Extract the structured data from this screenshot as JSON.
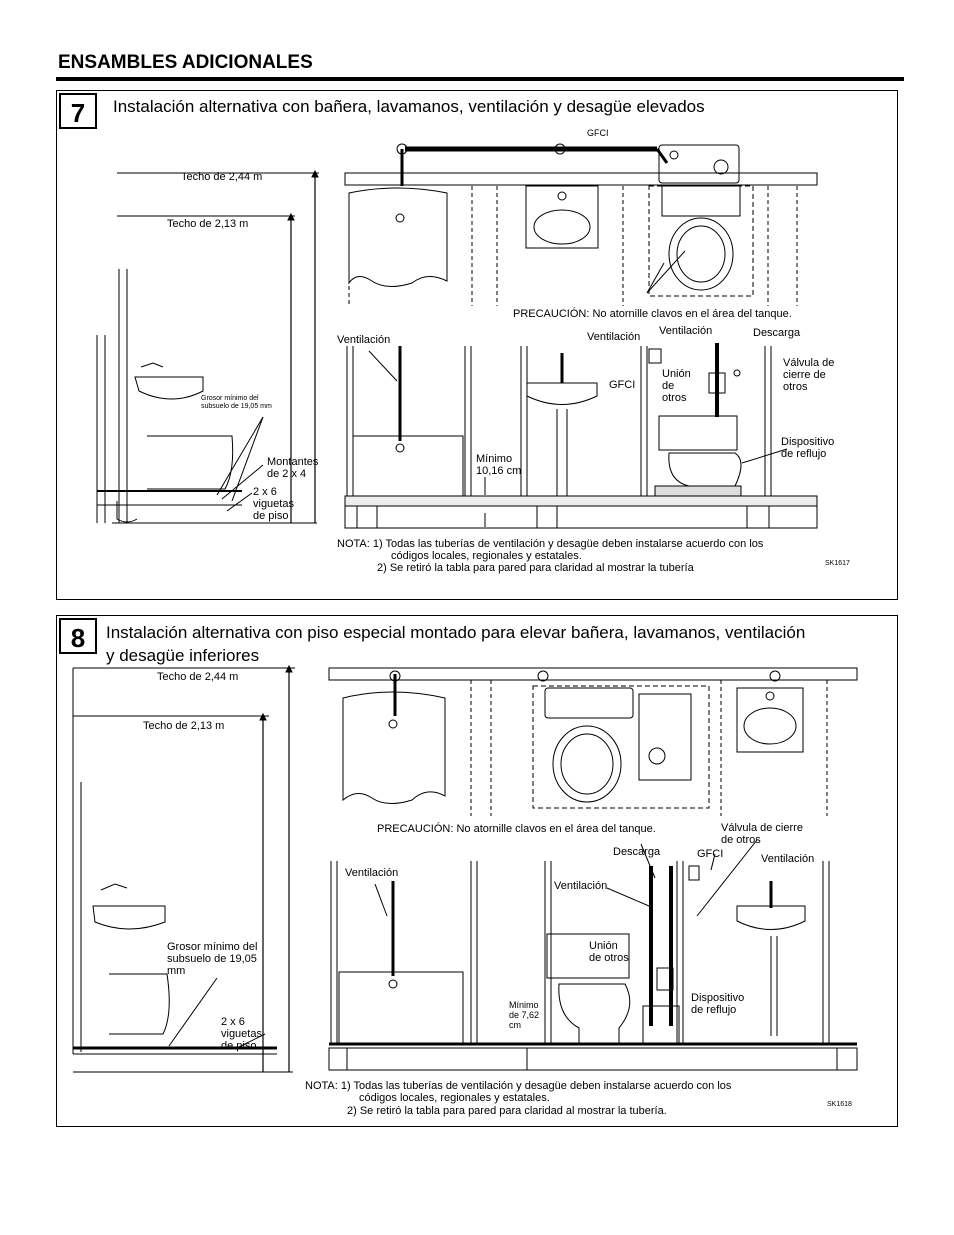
{
  "section_title": "ENSAMBLES ADICIONALES",
  "panel7": {
    "number": "7",
    "heading": "Instalación alternativa con bañera, lavamanos, ventilación y desagüe elevados",
    "labels": {
      "gfci_top": "GFCI",
      "ceiling_244": "Techo de 2,44 m",
      "ceiling_213": "Techo de 2,13 m",
      "caution": "PRECAUCIÓN: No atornille clavos en el área del tanque.",
      "vent_left": "Ventilación",
      "vent_mid": "Ventilación",
      "vent_right": "Ventilación",
      "discharge": "Descarga",
      "gfci_mid": "GFCI",
      "union": "Unión de otros",
      "shutoff": "Válvula de cierre de otros",
      "backflow": "Dispositivo de reflujo",
      "subfloor": "Grosor mínimo del subsuelo de 19,05 mm",
      "studs": "Montantes de 2 x 4",
      "joists": "2 x 6 viguetas de piso",
      "minimum": "Mínimo 10,16 cm",
      "note1": "NOTA: 1) Todas las tuberías de ventilación y desagüe deben instalarse acuerdo con los",
      "note1b": "códigos locales, regionales y estatales.",
      "note2": "2) Se retiró la tabla para pared para claridad al mostrar la tubería",
      "code": "SK1617"
    }
  },
  "panel8": {
    "number": "8",
    "heading_line1": "Instalación alternativa con piso especial montado para elevar bañera, lavamanos, ventilación",
    "heading_line2": "y desagüe inferiores",
    "labels": {
      "ceiling_244": "Techo de 2,44 m",
      "ceiling_213": "Techo de 2,13 m",
      "caution": "PRECAUCIÓN: No atornille clavos en el área del tanque.",
      "shutoff": "Válvula de cierre de otros",
      "discharge": "Descarga",
      "gfci": "GFCI",
      "vent_right": "Ventilación",
      "vent_left": "Ventilación",
      "vent_mid": "Ventilación",
      "subfloor": "Grosor mínimo del subsuelo de 19,05 mm",
      "union": "Unión de otros",
      "joists": "2 x 6 viguetas de piso",
      "minimum": "Mínimo de 7,62 cm",
      "backflow": "Dispositivo de reflujo",
      "note1": "NOTA: 1) Todas las tuberías de ventilación y desagüe deben instalarse acuerdo con los",
      "note1b": "códigos locales, regionales y estatales.",
      "note2": "2) Se retiró la tabla para pared para claridad al mostrar la tubería.",
      "code": "SK1618"
    }
  }
}
